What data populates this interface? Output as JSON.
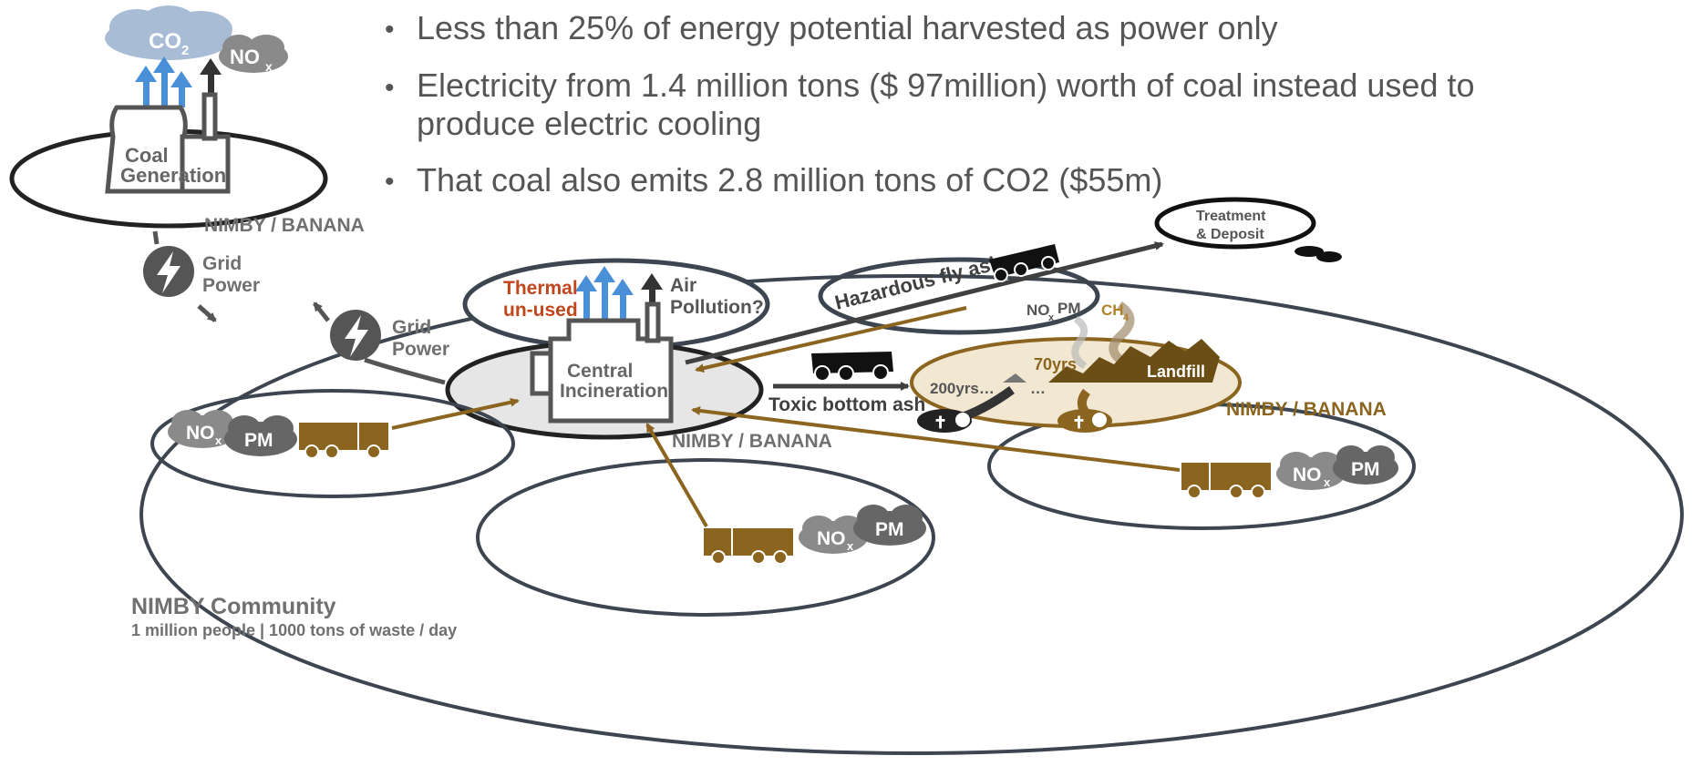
{
  "bullets": [
    {
      "text": "Less than 25% of energy potential harvested as power only"
    },
    {
      "text": "Electricity from 1.4 million tons ($ 97million) worth of coal instead used to",
      "cont": "produce electric cooling"
    },
    {
      "text": "That coal also emits 2.8 million tons of CO2 ($55m)"
    }
  ],
  "coal_plant": {
    "label1": "Coal",
    "label2": "Generation",
    "co2_main": "CO",
    "co2_sub": "2",
    "nox_main": "NO",
    "nox_sub": "x",
    "nimby": "NIMBY / BANANA"
  },
  "grid_left": {
    "l1": "Grid",
    "l2": "Power"
  },
  "grid_mid": {
    "l1": "Grid",
    "l2": "Power"
  },
  "incinerator": {
    "label1": "Central",
    "label2": "Incineration",
    "thermal1": "Thermal",
    "thermal2": "un-used",
    "air1": "Air",
    "air2": "Pollution?",
    "nimby": "NIMBY / BANANA"
  },
  "fly_ash": {
    "label": "Hazardous fly ash"
  },
  "treatment": {
    "l1": "Treatment",
    "l2": "& Deposit"
  },
  "bottom_ash": {
    "label": "Toxic bottom ash"
  },
  "landfill": {
    "label": "Landfill",
    "y200": "200yrs…",
    "y70": "70yrs",
    "dots": "…",
    "nox_main": "NO",
    "nox_sub": "x",
    "pm": "PM",
    "ch4_main": "CH",
    "ch4_sub": "4",
    "nimby": "NIMBY / BANANA"
  },
  "communities": {
    "left": {
      "nox_main": "NO",
      "nox_sub": "x",
      "pm": "PM"
    },
    "bottom": {
      "nox_main": "NO",
      "nox_sub": "x",
      "pm": "PM"
    },
    "right": {
      "nox_main": "NO",
      "nox_sub": "x",
      "pm": "PM"
    }
  },
  "footer": {
    "title": "NIMBY Community",
    "sub": "1 million people | 1000 tons of waste / day"
  },
  "colors": {
    "brown": "#8b6520",
    "gray_text": "#707070",
    "dark": "#404040",
    "blue_arrow": "#4a90d9",
    "cloud_blue": "#a8bcd6",
    "thermal_red": "#c0461e",
    "landfill_fill": "#f2e8d2"
  }
}
